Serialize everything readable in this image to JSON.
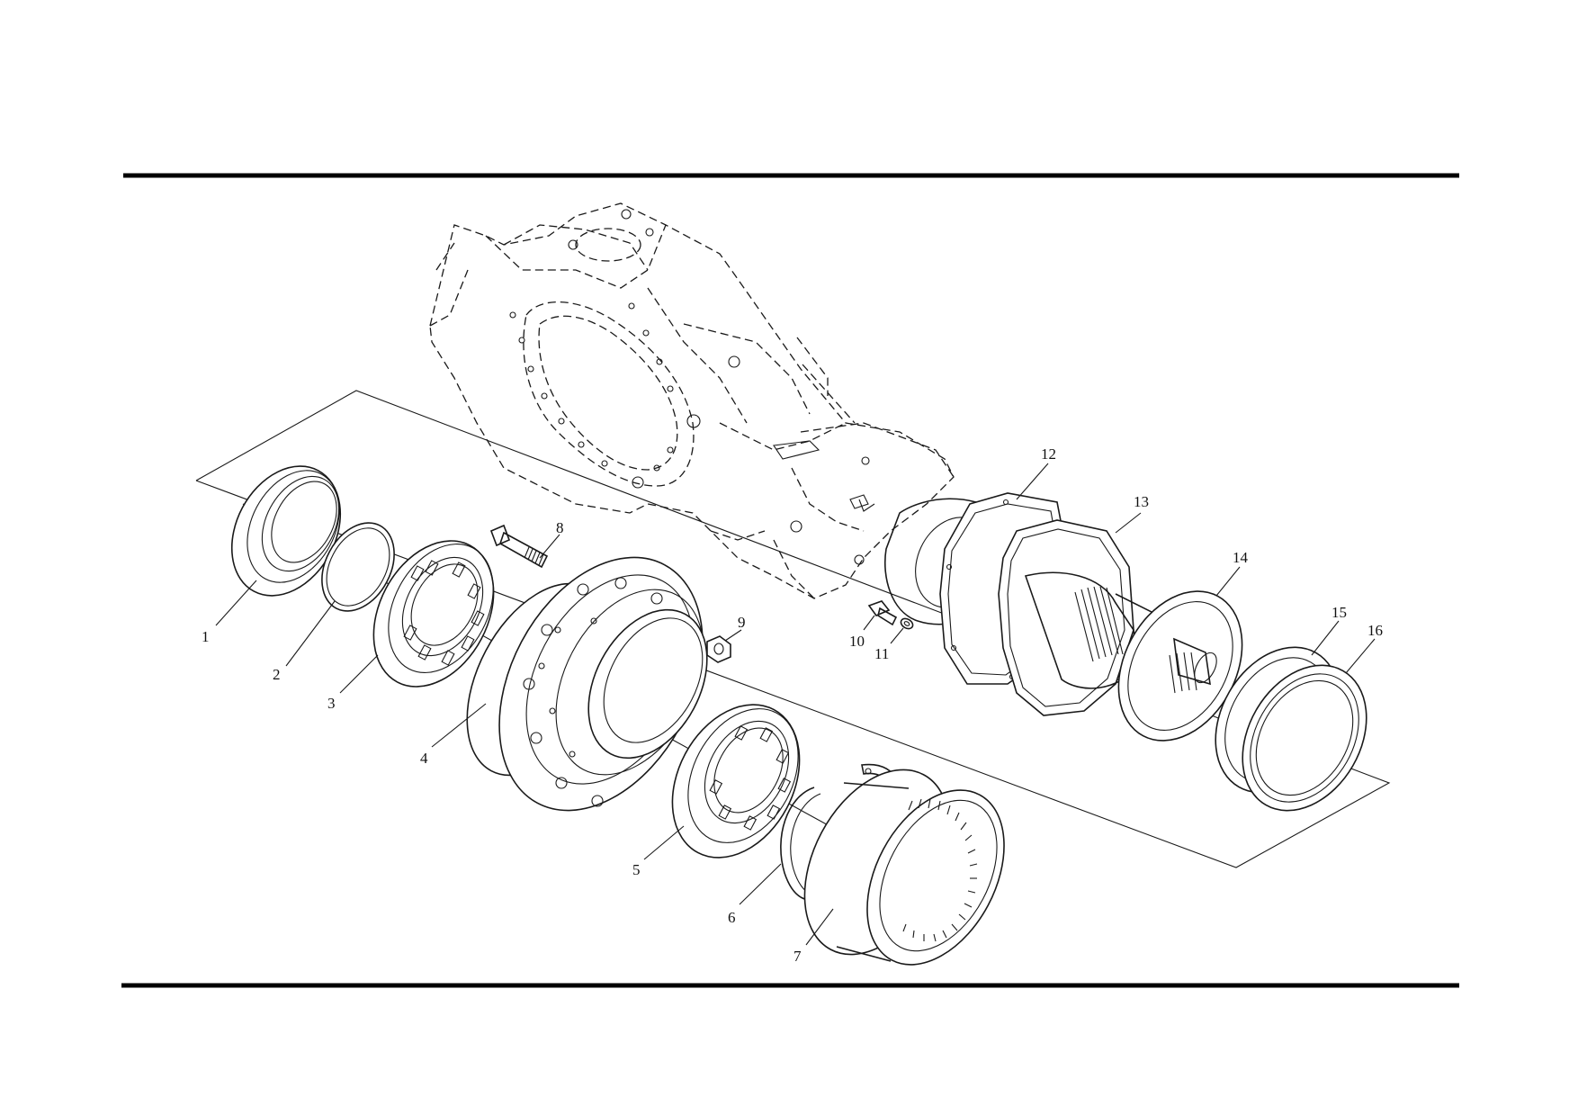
{
  "callouts": [
    {
      "id": "1",
      "text": "1"
    },
    {
      "id": "2",
      "text": "2"
    },
    {
      "id": "3",
      "text": "3"
    },
    {
      "id": "4",
      "text": "4"
    },
    {
      "id": "5",
      "text": "5"
    },
    {
      "id": "6",
      "text": "6"
    },
    {
      "id": "7",
      "text": "7"
    },
    {
      "id": "8",
      "text": "8"
    },
    {
      "id": "9",
      "text": "9"
    },
    {
      "id": "10",
      "text": "10"
    },
    {
      "id": "11",
      "text": "11"
    },
    {
      "id": "12",
      "text": "12"
    },
    {
      "id": "13",
      "text": "13"
    },
    {
      "id": "14",
      "text": "14"
    },
    {
      "id": "15",
      "text": "15"
    },
    {
      "id": "16",
      "text": "16"
    }
  ]
}
